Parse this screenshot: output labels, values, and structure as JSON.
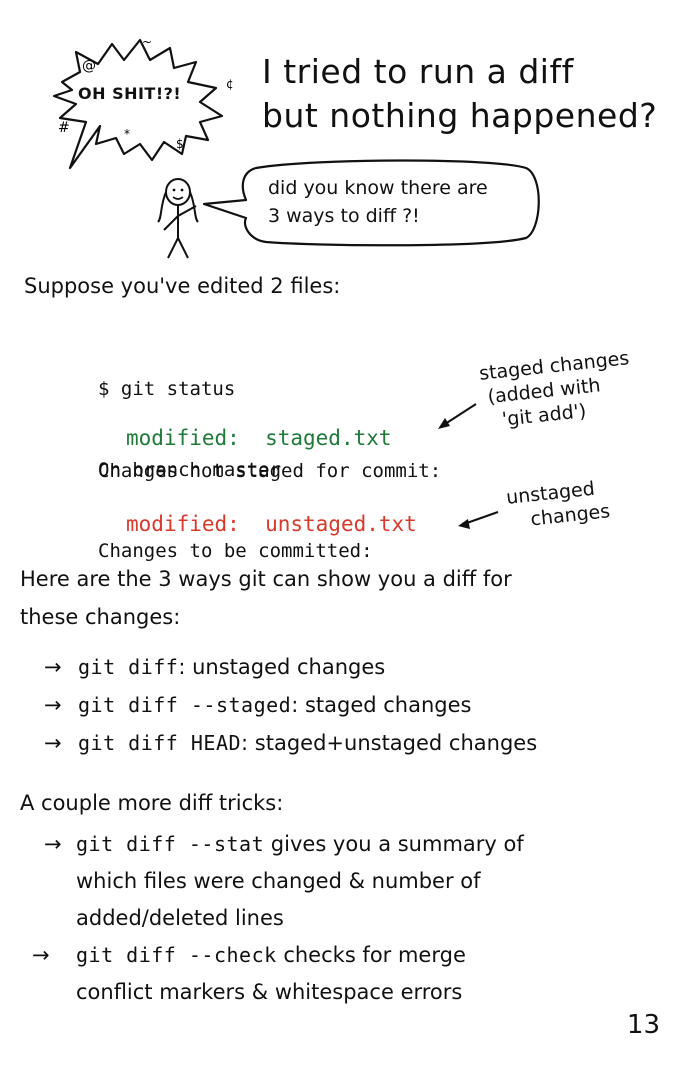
{
  "header": {
    "burst_label": "OH SHIT!?!",
    "title_line1": "I tried to run a diff",
    "title_line2": "but nothing happened?"
  },
  "speech": {
    "line1": "did you know there are",
    "line2": "3 ways to diff ?!"
  },
  "intro": "Suppose you've edited 2 files:",
  "terminal": {
    "line1": "$ git status",
    "line2": "On branch master",
    "line3": "Changes to be committed:",
    "staged_label": "modified:",
    "staged_file": "staged.txt",
    "line5": "Changes not staged for commit:",
    "unstaged_label": "modified:",
    "unstaged_file": "unstaged.txt"
  },
  "annotations": {
    "staged_1": "staged changes",
    "staged_2": "(added with",
    "staged_3": "'git add')",
    "unstaged_1": "unstaged",
    "unstaged_2": "changes"
  },
  "ways_intro_1": "Here are the 3 ways git can show you a diff for",
  "ways_intro_2": "these changes:",
  "ways": [
    {
      "cmd": "git diff",
      "desc": ": unstaged changes"
    },
    {
      "cmd": "git diff --staged",
      "desc": ": staged changes"
    },
    {
      "cmd": "git diff HEAD",
      "desc": ": staged+unstaged changes"
    }
  ],
  "tricks_intro": "A couple more diff tricks:",
  "tricks": [
    {
      "cmd": "git diff --stat",
      "desc_1": " gives you a summary of",
      "desc_2": "which files were changed & number of",
      "desc_3": "added/deleted lines"
    },
    {
      "cmd": "git diff --check",
      "desc_1": " checks for merge",
      "desc_2": "conflict markers & whitespace errors"
    }
  ],
  "page_number": "13",
  "colors": {
    "staged": "#1f7a3a",
    "unstaged": "#d8392b"
  },
  "icons": [
    "explosion-burst-icon",
    "stick-figure-icon",
    "speech-bubble-icon",
    "arrow-icon"
  ]
}
